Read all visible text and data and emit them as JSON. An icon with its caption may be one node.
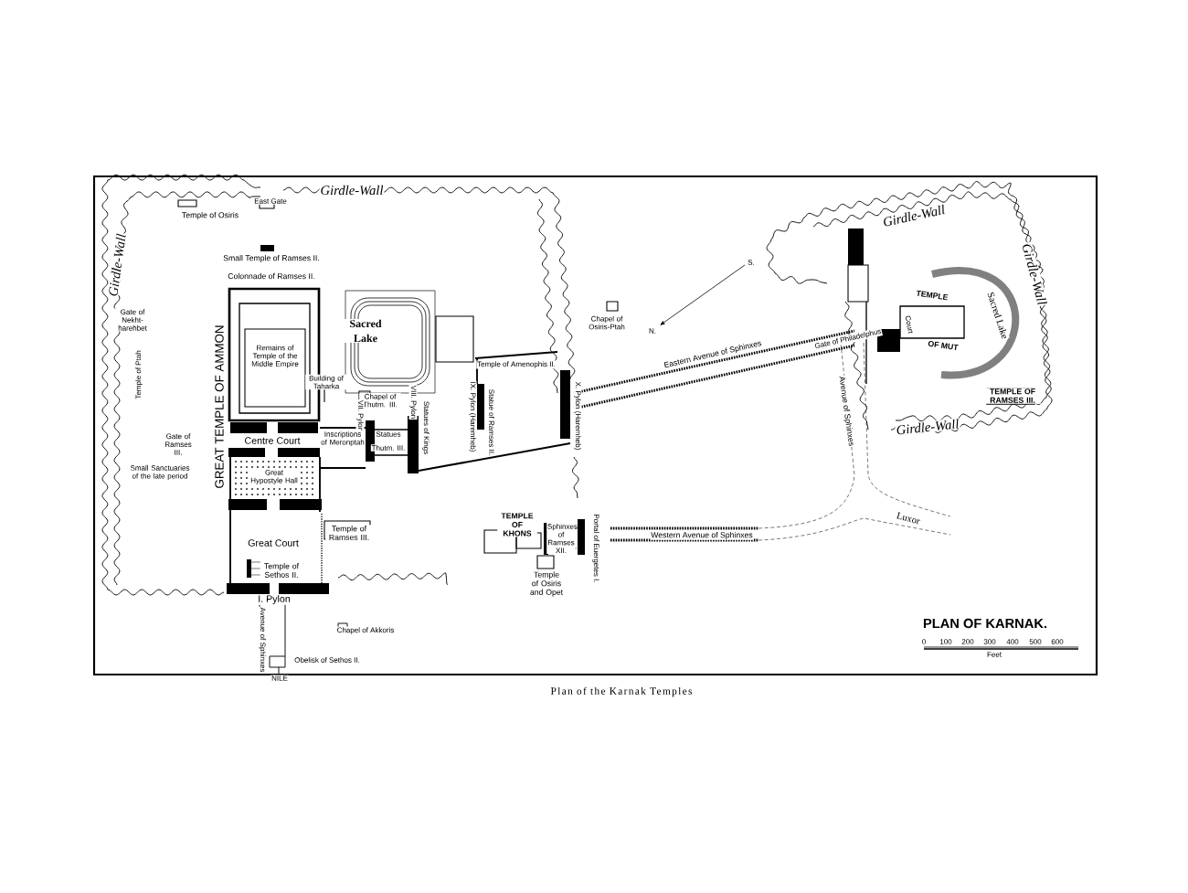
{
  "diagram": {
    "title": "PLAN OF KARNAK.",
    "caption": "Plan of the Karnak Temples",
    "labels": [
      "Girdle-Wall",
      "East Gate",
      "Temple of Osiris",
      "Small Temple of Ramses II.",
      "Colonnade of Ramses II.",
      "Gate of Nekht-harehbet",
      "Remains of Temple of the Middle Empire",
      "Sacred Lake",
      "Building of Taharka",
      "Chapel of Thutm. III.",
      "Chapel of Osiris-Ptah",
      "S.",
      "N.",
      "Temple of Amenophis II.",
      "Temple of Ptah",
      "GREAT TEMPLE OF AMMON",
      "VII. Pylon",
      "VIII. Pylon",
      "Statues of Kings",
      "IX. Pylon (Haremheb)",
      "Statue of Ramses II.",
      "X. Pylon (Haremheb)",
      "Centre Court",
      "Inscriptions of Meronptah",
      "Statues",
      "Thutm. III.",
      "Gate of Ramses III.",
      "Small Sanctuaries of the late period",
      "Great Hypostyle Hall",
      "Temple of Ramses III.",
      "Great Court",
      "Temple of Sethos II.",
      "I. Pylon",
      "Avenue of Sphinxes",
      "Obelisk of Sethos II.",
      "NILE",
      "Chapel of Akkoris",
      "Eastern Avenue of Sphinxes",
      "Gate of Philadelphus",
      "TEMPLE",
      "OF MUT",
      "Court",
      "Sacred Lake",
      "Girdle-Wall",
      "Girdle-Wall",
      "Girdle-Wall",
      "TEMPLE OF RAMSES III.",
      "Avenue of Sphinxes",
      "Luxor",
      "TEMPLE OF KHONS",
      "Sphinxes of Ramses XII.",
      "Temple of Osiris and Opet",
      "Portal of Euergetes I.",
      "Western Avenue of Sphinxes",
      "Girdle-Wall",
      "0",
      "100",
      "200",
      "300",
      "400",
      "500",
      "600",
      "Feet"
    ]
  }
}
